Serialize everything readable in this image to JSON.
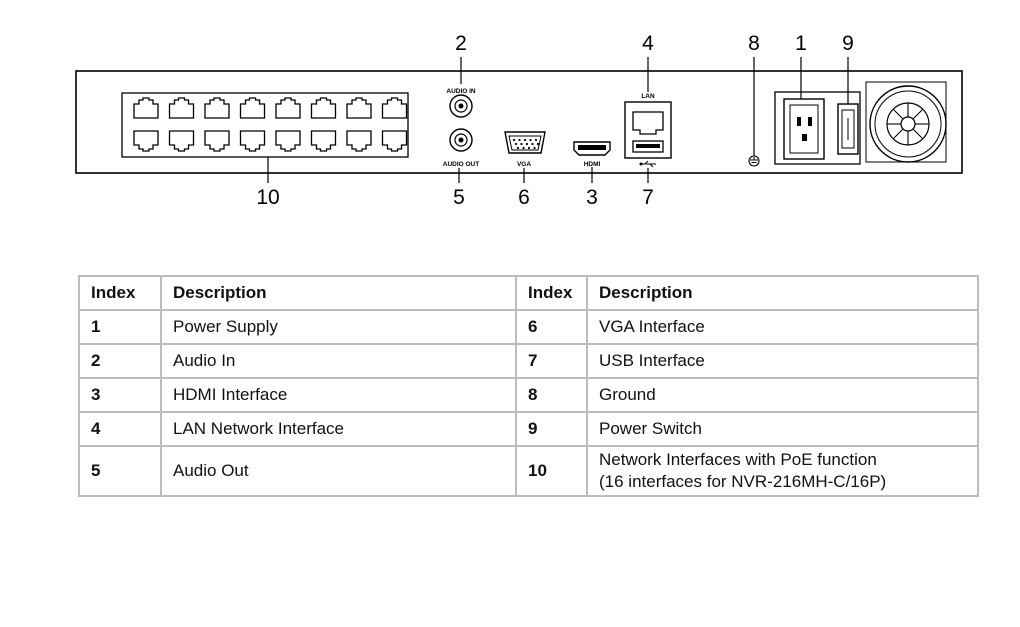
{
  "panel": {
    "labels": {
      "audio_in": "AUDIO IN",
      "audio_out": "AUDIO OUT",
      "vga": "VGA",
      "hdmi": "HDMI",
      "lan": "LAN"
    },
    "callouts": [
      "1",
      "2",
      "3",
      "4",
      "5",
      "6",
      "7",
      "8",
      "9",
      "10"
    ]
  },
  "table": {
    "headers": [
      "Index",
      "Description",
      "Index",
      "Description"
    ],
    "rows": [
      {
        "left_index": "1",
        "left_desc": "Power Supply",
        "right_index": "6",
        "right_desc": "VGA Interface"
      },
      {
        "left_index": "2",
        "left_desc": "Audio In",
        "right_index": "7",
        "right_desc": "USB Interface"
      },
      {
        "left_index": "3",
        "left_desc": "HDMI Interface",
        "right_index": "8",
        "right_desc": "Ground"
      },
      {
        "left_index": "4",
        "left_desc": "LAN Network Interface",
        "right_index": "9",
        "right_desc": "Power Switch"
      },
      {
        "left_index": "5",
        "left_desc": "Audio Out",
        "right_index": "10",
        "right_desc_line1": "Network Interfaces with PoE function",
        "right_desc_line2": "(16 interfaces for NVR-216MH-C/16P)"
      }
    ]
  }
}
